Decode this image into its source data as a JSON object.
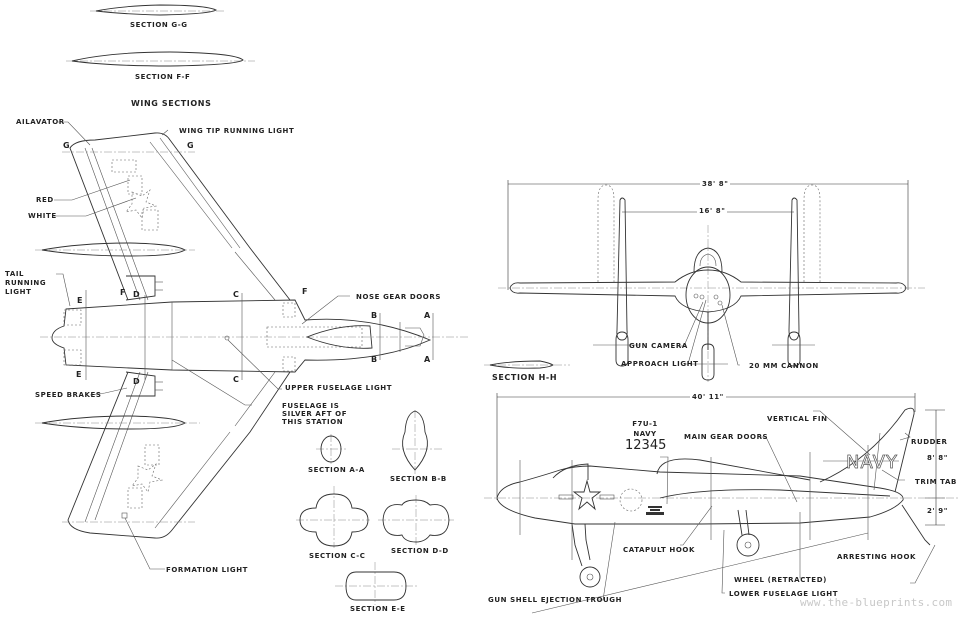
{
  "drawing": {
    "subject": "F7U-1 Cutlass three-view blueprint",
    "wing_sections": {
      "title": "WING SECTIONS",
      "sections": [
        "SECTION G-G",
        "SECTION F-F"
      ]
    },
    "plan_view": {
      "callouts": {
        "ailavator": "AILAVATOR",
        "wing_tip_light": "WING TIP RUNNING LIGHT",
        "red": "RED",
        "white": "WHITE",
        "tail_light": "TAIL RUNNING LIGHT",
        "nose_gear_doors": "NOSE GEAR DOORS",
        "upper_fuselage_light": "UPPER FUSELAGE LIGHT",
        "fuselage_silver": "FUSELAGE IS SILVER AFT OF THIS STATION",
        "speed_brakes": "SPEED BRAKES",
        "formation_light": "FORMATION LIGHT"
      },
      "station_marks": {
        "a": "A",
        "b": "B",
        "c": "C",
        "d": "D",
        "e": "E",
        "f": "F",
        "g": "G"
      }
    },
    "cross_sections": [
      "SECTION A-A",
      "SECTION B-B",
      "SECTION C-C",
      "SECTION D-D",
      "SECTION E-E"
    ],
    "front_view": {
      "span_dim": "38' 8\"",
      "fin_spacing_dim": "16' 8\"",
      "callouts": {
        "gun_camera": "GUN CAMERA",
        "approach_light": "APPROACH LIGHT",
        "cannon": "20 MM CANNON"
      },
      "section_label": "SECTION H-H"
    },
    "side_view": {
      "length_dim": "40' 11\"",
      "height_upper_dim": "8' 8\"",
      "height_lower_dim": "2' 9\"",
      "marking": {
        "model": "F7U-1",
        "service": "NAVY",
        "serial": "12345"
      },
      "fin_text": "NAVY",
      "callouts": {
        "vertical_fin": "VERTICAL FIN",
        "main_gear_doors": "MAIN GEAR DOORS",
        "rudder": "RUDDER",
        "trim_tab": "TRIM TAB",
        "catapult_hook": "CATAPULT HOOK",
        "arresting_hook": "ARRESTING HOOK",
        "wheel_retracted": "WHEEL (RETRACTED)",
        "lower_fuselage_light": "LOWER FUSELAGE LIGHT",
        "gun_trough": "GUN SHELL EJECTION TROUGH"
      }
    },
    "watermark": "www.the-blueprints.com"
  }
}
